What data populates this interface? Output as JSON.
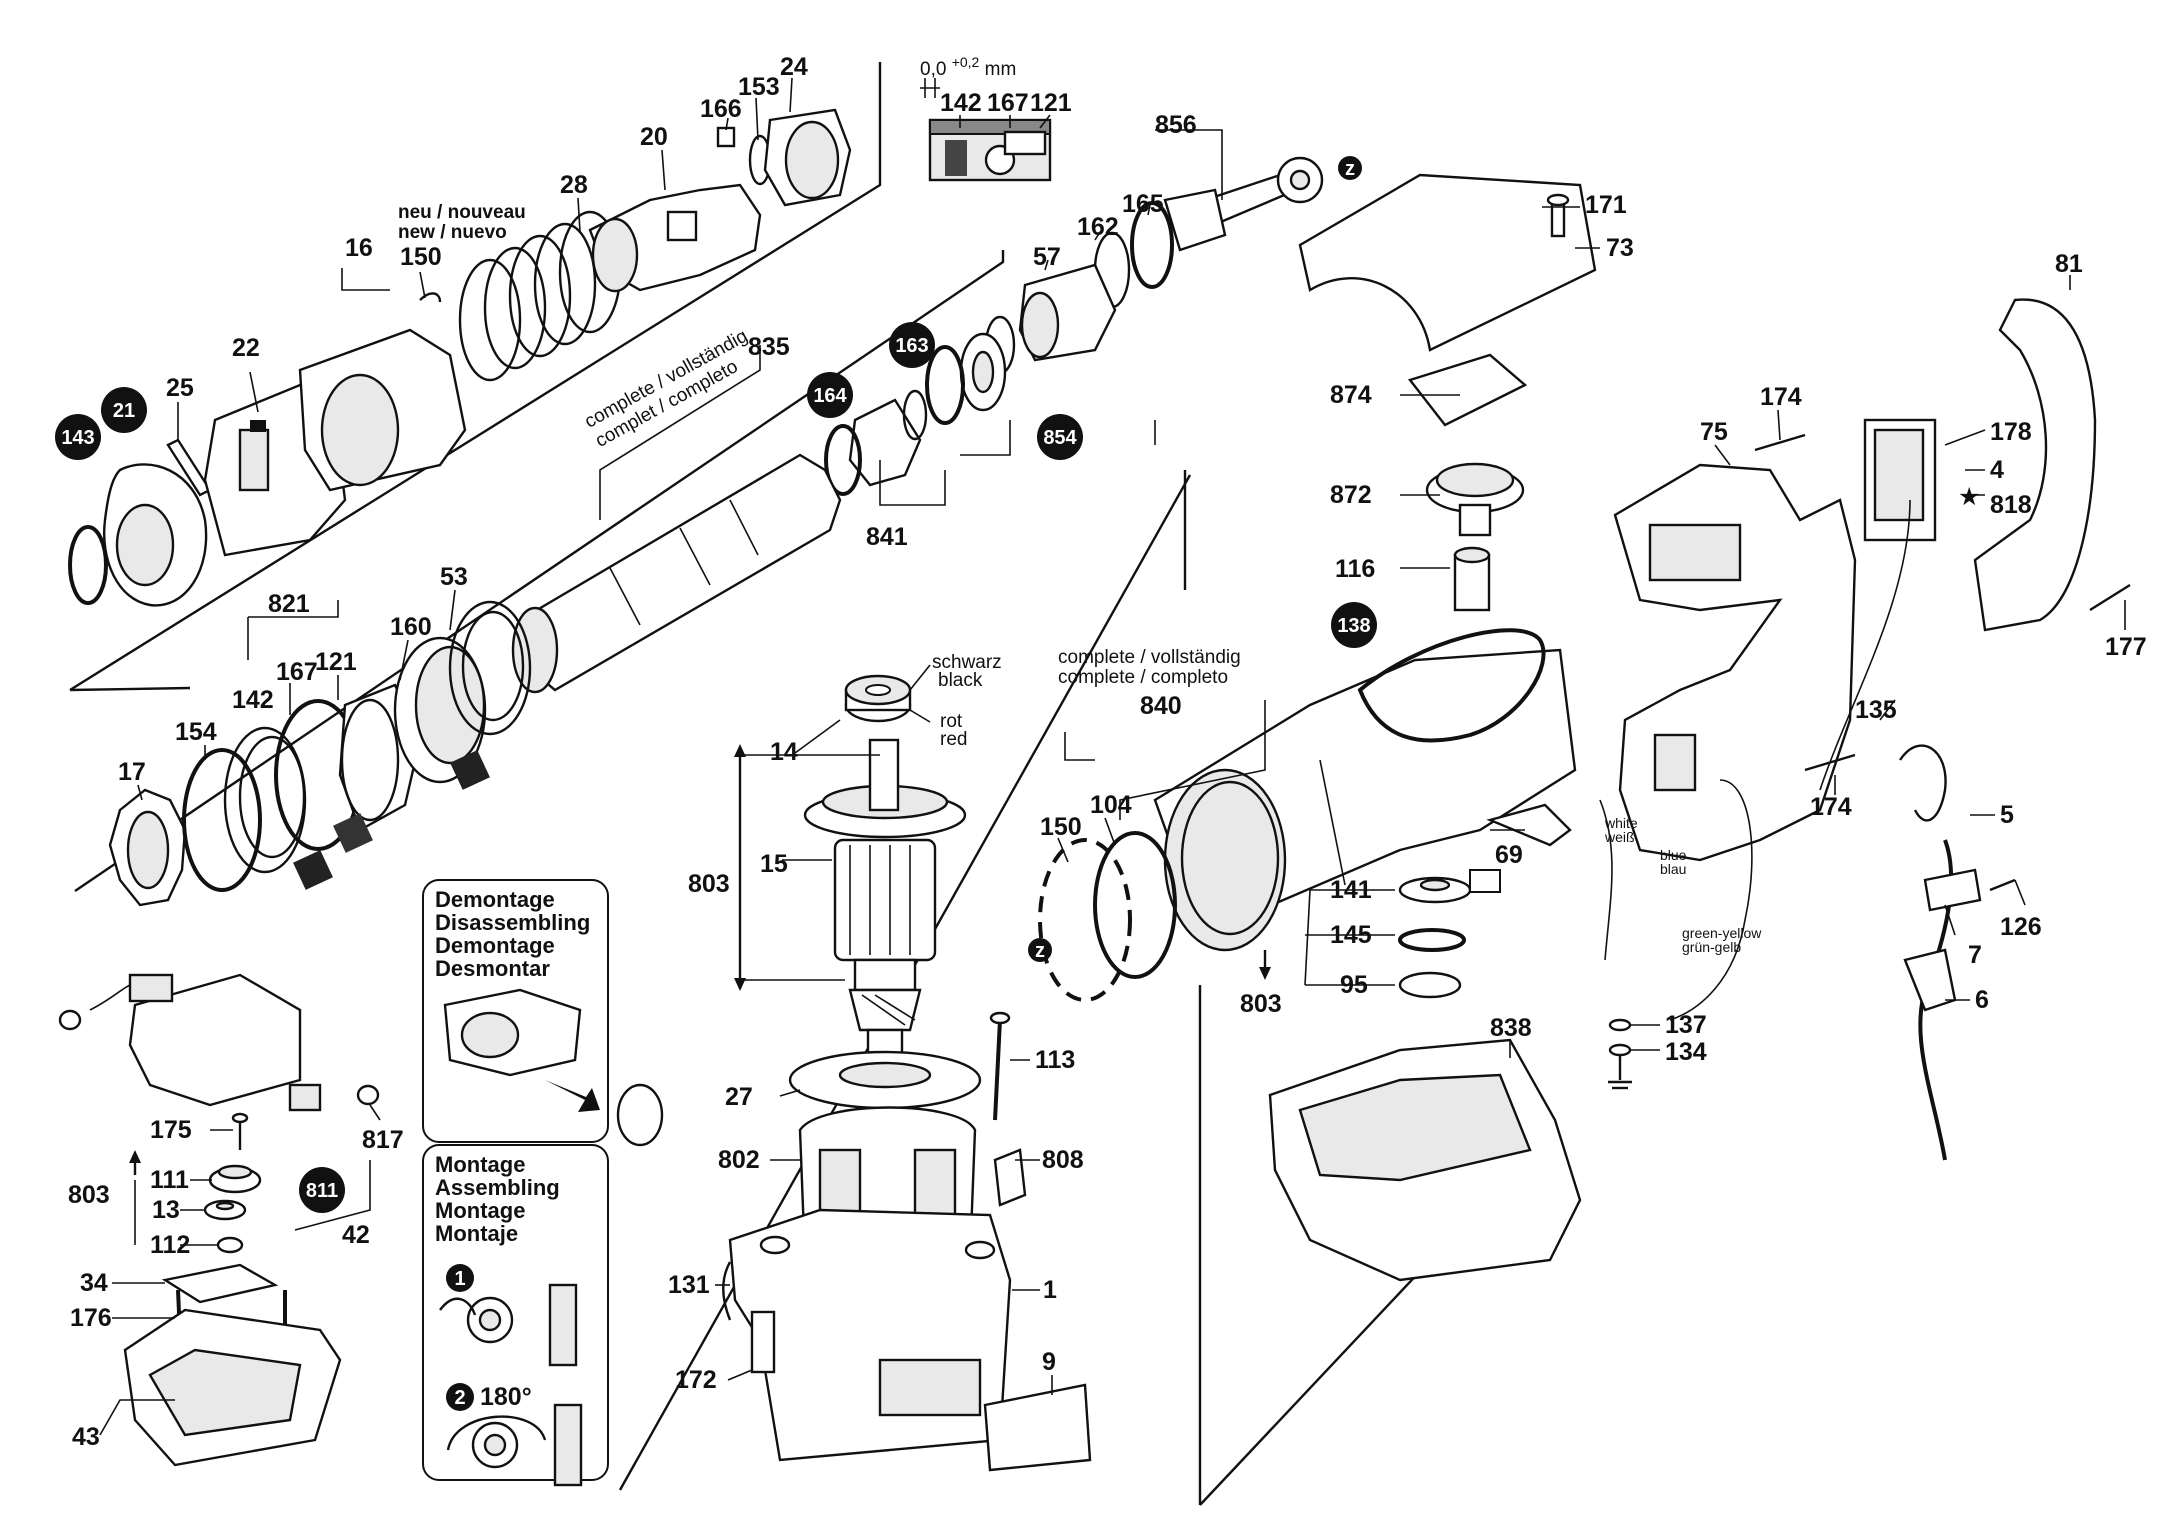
{
  "units": {
    "tolerance": "0,0",
    "tolerance_sup": "+0,2",
    "tolerance_unit": "mm"
  },
  "labels": {
    "l24": "24",
    "l153": "153",
    "l166": "166",
    "l20": "20",
    "l28": "28",
    "l16": "16",
    "l150a": "150",
    "l22": "22",
    "l25": "25",
    "l143": "143",
    "l21": "21",
    "l142a": "142",
    "l167a": "167",
    "l121a": "121",
    "l856": "856",
    "l165": "165",
    "l162": "162",
    "l57": "57",
    "l163": "163",
    "l164": "164",
    "l835": "835",
    "l841": "841",
    "l854": "854",
    "l171": "171",
    "l73": "73",
    "l874": "874",
    "l872": "872",
    "l116": "116",
    "l138": "138",
    "l840": "840",
    "l150b": "150",
    "l104": "104",
    "l69": "69",
    "l141": "141",
    "l145": "145",
    "l95": "95",
    "l803a": "803",
    "l838": "838",
    "l81": "81",
    "l174a": "174",
    "l75": "75",
    "l178": "178",
    "l4": "4",
    "l818": "818",
    "l177": "177",
    "l135": "135",
    "l174b": "174",
    "l5": "5",
    "l126": "126",
    "l7": "7",
    "l6": "6",
    "l137": "137",
    "l134": "134",
    "l821": "821",
    "l142b": "142",
    "l167b": "167",
    "l121b": "121",
    "l160": "160",
    "l53": "53",
    "l154": "154",
    "l17": "17",
    "l14": "14",
    "l803b": "803",
    "l15": "15",
    "l27": "27",
    "l113": "113",
    "l802": "802",
    "l808": "808",
    "l131": "131",
    "l1": "1",
    "l172": "172",
    "l9": "9",
    "l175": "175",
    "l817": "817",
    "l811": "811",
    "l803c": "803",
    "l111": "111",
    "l13": "13",
    "l112": "112",
    "l42": "42",
    "l34": "34",
    "l176": "176",
    "l43": "43",
    "z1": "z",
    "z2": "z",
    "star": "★"
  },
  "notes": {
    "new_line1": "neu / nouveau",
    "new_line2": "new / nuevo",
    "complete835_line1": "complete / vollständig",
    "complete835_line2": "complet / completo",
    "complete840_line1": "complete / vollständig",
    "complete840_line2": "complete / completo",
    "wire_black_de": "schwarz",
    "wire_black_en": "black",
    "wire_red_de": "rot",
    "wire_red_en": "red",
    "wire_white_en": "white",
    "wire_white_de": "weiß",
    "wire_blue_en": "blue",
    "wire_blue_de": "blau",
    "wire_gy_en": "green-yellow",
    "wire_gy_de": "grün-gelb"
  },
  "disassembly_box": {
    "line1": "Demontage",
    "line2": "Disassembling",
    "line3": "Demontage",
    "line4": "Desmontar"
  },
  "assembly_box": {
    "line1": "Montage",
    "line2": "Assembling",
    "line3": "Montage",
    "line4": "Montaje",
    "step1": "1",
    "step2": "2",
    "angle": "180°"
  }
}
